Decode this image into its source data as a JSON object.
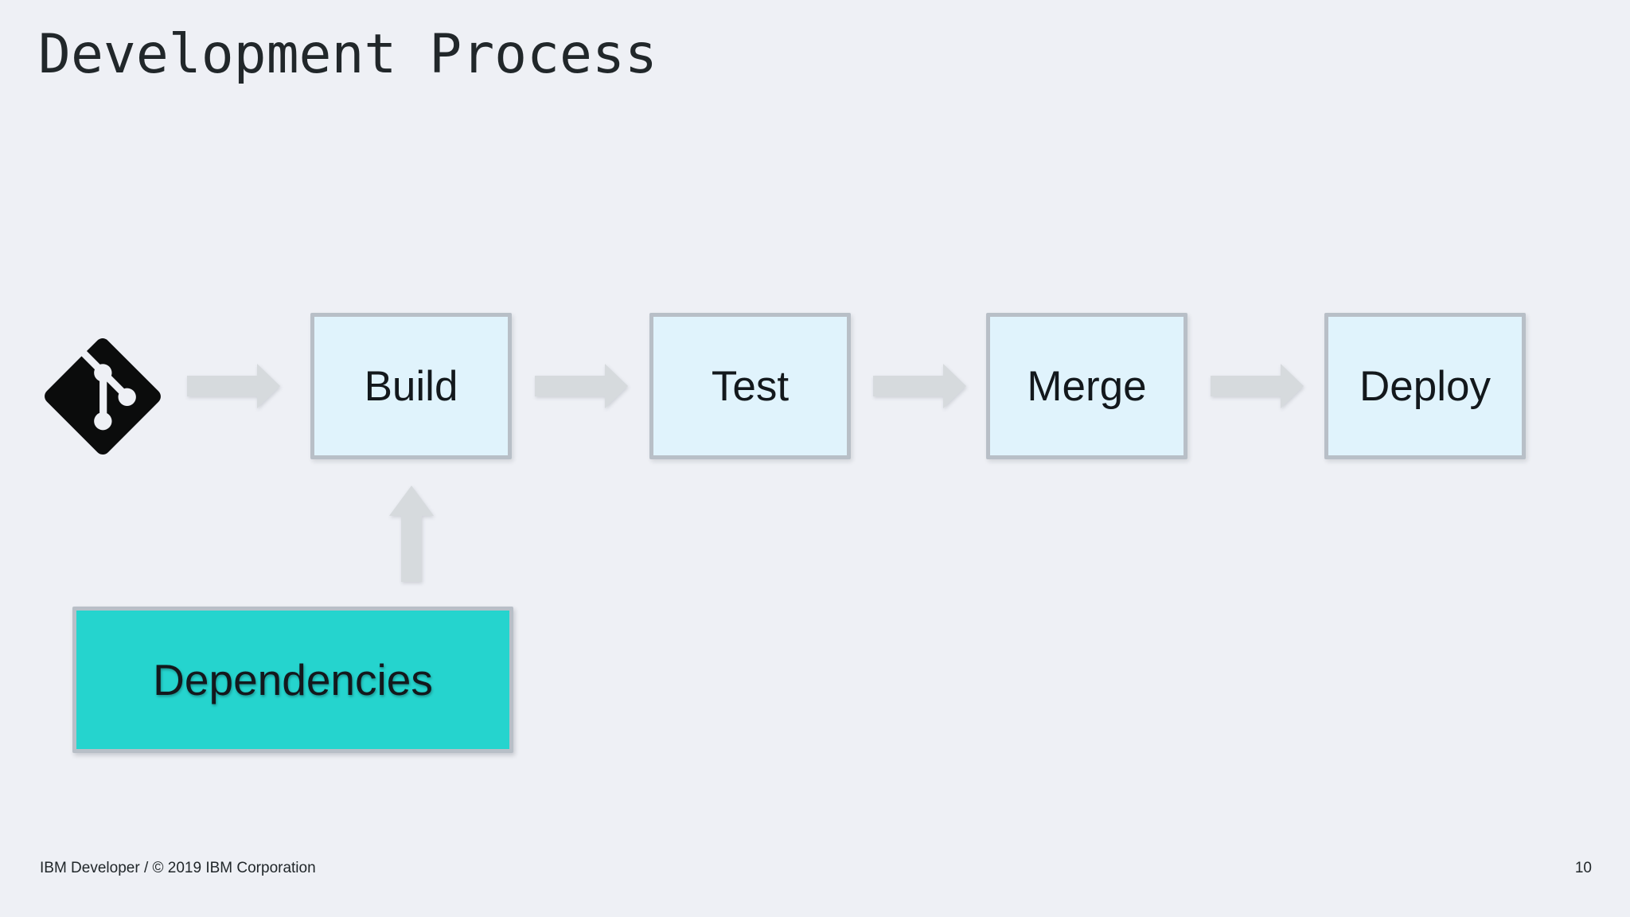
{
  "title": "Development Process",
  "flow": {
    "source_icon": "git",
    "stages": [
      {
        "label": "Build"
      },
      {
        "label": "Test"
      },
      {
        "label": "Merge"
      },
      {
        "label": "Deploy"
      }
    ],
    "dependency": {
      "label": "Dependencies"
    }
  },
  "footer": {
    "left": "IBM Developer / © 2019 IBM Corporation",
    "page_number": "10"
  },
  "colors": {
    "background": "#eef0f5",
    "title_text": "#21272a",
    "label_text": "#13181c",
    "stage_fill": "#e0f3fc",
    "stage_border": "#b8bfc7",
    "arrow_fill": "#d6dadd",
    "dependencies_fill": "#25d4ce",
    "footer_text": "#21272a",
    "git_icon": "#0b0c0c"
  }
}
